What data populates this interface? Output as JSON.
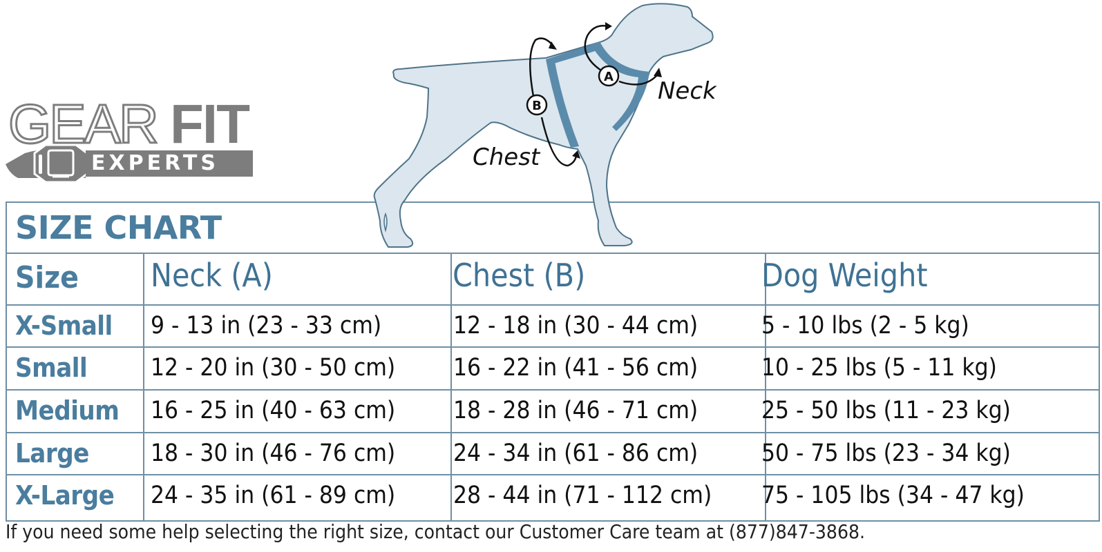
{
  "brand": {
    "logo_word_1": "GEAR",
    "logo_word_2": "FIT",
    "logo_word_3": "EXPERTS",
    "logo_color": "#7d7d7d"
  },
  "illustration": {
    "subject": "dog wearing harness",
    "labels": {
      "neck": "Neck",
      "chest": "Chest",
      "marker_a": "A",
      "marker_b": "B"
    },
    "colors": {
      "body_fill": "#dbe6ee",
      "outline": "#4f7389",
      "harness": "#5b8bab"
    }
  },
  "size_chart": {
    "title": "SIZE CHART",
    "columns": [
      "Size",
      "Neck (A)",
      "Chest (B)",
      "Dog Weight"
    ],
    "rows": [
      {
        "size": "X-Small",
        "neck": "9 - 13 in  (23 - 33 cm)",
        "chest": "12 - 18 in  (30 - 44 cm)",
        "weight": "5 - 10 lbs  (2 - 5 kg)"
      },
      {
        "size": "Small",
        "neck": "12 - 20 in  (30 - 50 cm)",
        "chest": "16 - 22 in  (41 - 56 cm)",
        "weight": "10 - 25 lbs  (5 - 11 kg)"
      },
      {
        "size": "Medium",
        "neck": "16 - 25 in  (40 - 63 cm)",
        "chest": "18 - 28 in  (46 - 71 cm)",
        "weight": "25 - 50 lbs  (11 - 23 kg)"
      },
      {
        "size": "Large",
        "neck": "18 - 30 in  (46 - 76 cm)",
        "chest": "24 - 34 in  (61 - 86 cm)",
        "weight": "50 - 75 lbs  (23 - 34 kg)"
      },
      {
        "size": "X-Large",
        "neck": "24 - 35 in  (61 - 89 cm)",
        "chest": "28 - 44 in  (71 - 112 cm)",
        "weight": "75 - 105 lbs  (34 - 47 kg)"
      }
    ],
    "colors": {
      "border": "#6e8fa5",
      "heading": "#4a7d9e",
      "text": "#111111"
    }
  },
  "footer": {
    "text": "If you need some help selecting the right size, contact our Customer Care team at (877)847-3868."
  }
}
